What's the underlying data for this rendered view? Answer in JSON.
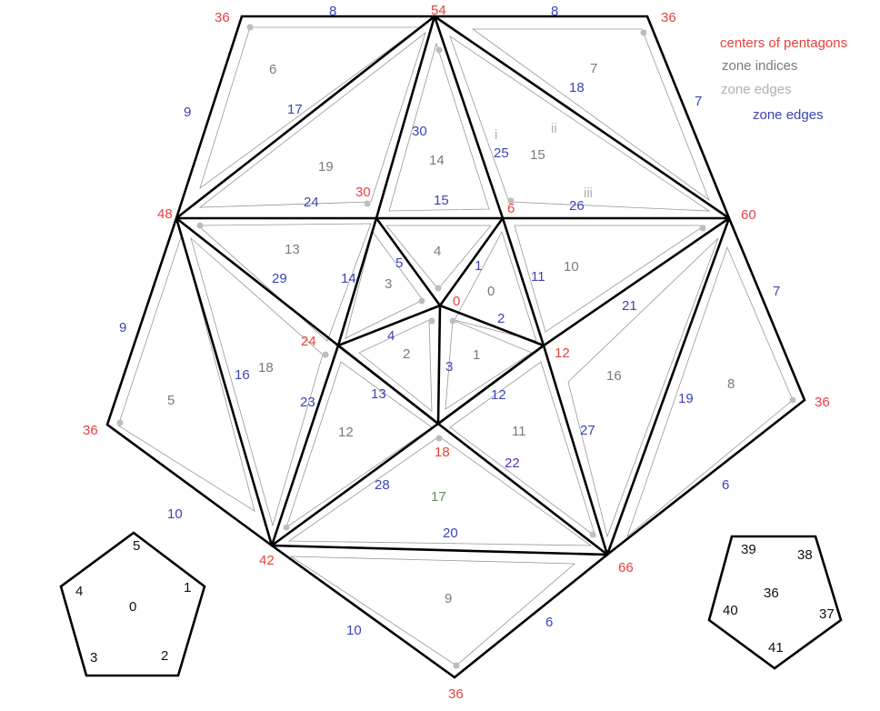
{
  "colors": {
    "pentagon_center": "#e8413b",
    "zone_index": "#7a7a7a",
    "zone_edge_light": "#b0b0b0",
    "zone_edge": "#3a44b8",
    "line": "#000000"
  },
  "legend": {
    "centers": "centers of pentagons",
    "zone_indices": "zone indices",
    "zone_edges_light": "zone edges",
    "zone_edges": "zone edges"
  },
  "pentagon_centers": {
    "p0": "0",
    "p6": "6",
    "p12": "12",
    "p18": "18",
    "p24": "24",
    "p30": "30",
    "p36a": "36",
    "p36b": "36",
    "p36c": "36",
    "p36d": "36",
    "p36e": "36",
    "p42": "42",
    "p48": "48",
    "p54": "54",
    "p60": "60",
    "p66": "66"
  },
  "zone_indices": {
    "z0": "0",
    "z1": "1",
    "z2": "2",
    "z3": "3",
    "z4": "4",
    "z5": "5",
    "z6": "6",
    "z7": "7",
    "z8": "8",
    "z9": "9",
    "z10": "10",
    "z11": "11",
    "z12": "12",
    "z13": "13",
    "z14": "14",
    "z15": "15",
    "z16": "16",
    "z17": "17",
    "z18": "18",
    "z19": "19"
  },
  "subzone_marks": {
    "i": "i",
    "ii": "ii",
    "iii": "iii"
  },
  "zone_edges": {
    "e1": "1",
    "e2": "2",
    "e3": "3",
    "e4": "4",
    "e5": "5",
    "e6a": "6",
    "e6b": "6",
    "e7a": "7",
    "e7b": "7",
    "e8a": "8",
    "e8b": "8",
    "e9a": "9",
    "e9b": "9",
    "e10a": "10",
    "e10b": "10",
    "e11": "11",
    "e12": "12",
    "e13": "13",
    "e14": "14",
    "e15": "15",
    "e16": "16",
    "e17": "17",
    "e18": "18",
    "e19": "19",
    "e20": "20",
    "e21": "21",
    "e22": "22",
    "e23": "23",
    "e24": "24",
    "e25": "25",
    "e26": "26",
    "e27": "27",
    "e28": "28",
    "e29": "29",
    "e30": "30"
  },
  "pentagon_left": {
    "v0": "0",
    "v1": "1",
    "v2": "2",
    "v3": "3",
    "v4": "4",
    "v5": "5"
  },
  "pentagon_right": {
    "v36": "36",
    "v37": "37",
    "v38": "38",
    "v39": "39",
    "v40": "40",
    "v41": "41"
  }
}
